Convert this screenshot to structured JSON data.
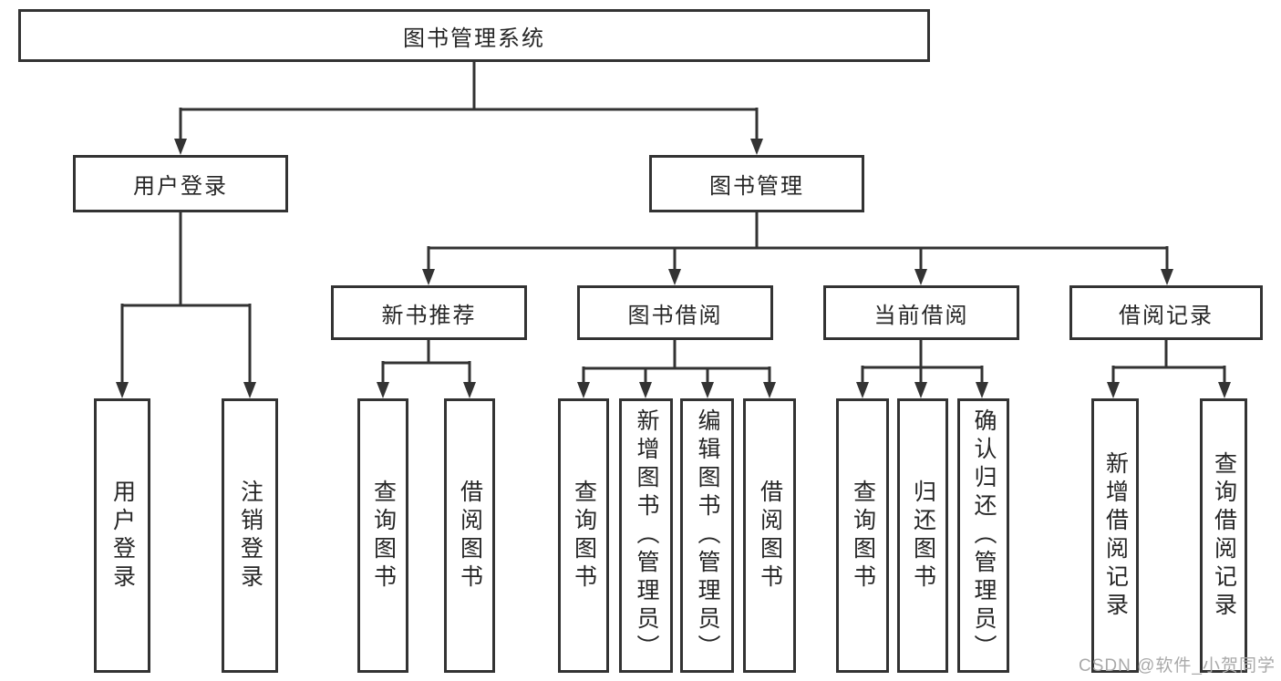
{
  "tree": {
    "root": "图书管理系统",
    "login": {
      "label": "用户登录",
      "children": [
        "用户登录",
        "注销登录"
      ]
    },
    "mgmt": {
      "label": "图书管理"
    },
    "newbook": {
      "label": "新书推荐",
      "children": [
        "查询图书",
        "借阅图书"
      ]
    },
    "borrow": {
      "label": "图书借阅",
      "children": [
        "查询图书",
        "新增图书（管理员）",
        "编辑图书（管理员）",
        "借阅图书"
      ]
    },
    "current": {
      "label": "当前借阅",
      "children": [
        "查询图书",
        "归还图书",
        "确认归还（管理员）"
      ]
    },
    "records": {
      "label": "借阅记录",
      "children": [
        "新增借阅记录",
        "查询借阅记录"
      ]
    }
  },
  "watermark": "CSDN @软件_小贺同学",
  "colors": {
    "line": "#333333",
    "text": "#262626",
    "watermark": "#a9a9a9"
  }
}
